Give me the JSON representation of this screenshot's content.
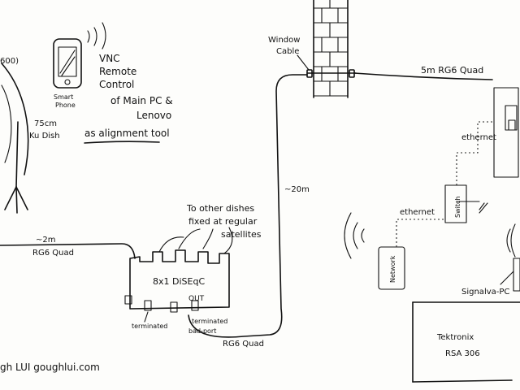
{
  "colors": {
    "ink": "#111111",
    "paper": "#fdfdfb"
  },
  "labels": {
    "dish_model": "600)",
    "dish_size_line1": "75cm",
    "dish_size_line2": "Ku Dish",
    "phone_caption_line1": "Smart",
    "phone_caption_line2": "Phone",
    "vnc_line1": "VNC",
    "vnc_line2": "Remote",
    "vnc_line3": "Control",
    "vnc_line4": "of Main PC &",
    "vnc_line5": "Lenovo",
    "alignment_tool": "as alignment tool",
    "window_cable_line1": "Window",
    "window_cable_line2": "Cable",
    "cable_5m": "5m RG6 Quad",
    "cable_20m": "~20m",
    "cable_2m_line1": "~2m",
    "cable_2m_line2": "RG6 Quad",
    "other_dishes_line1": "To other dishes",
    "other_dishes_line2": "fixed at regular",
    "other_dishes_line3": "satellites",
    "diseqc": "8x1 DiSEqC",
    "diseqc_out": "OUT",
    "terminated": "terminated",
    "terminated_bad_line1": "terminated",
    "terminated_bad_line2": "bad-port",
    "rg6_quad_bottom": "RG6 Quad",
    "ethernet_top": "ethernet",
    "ethernet_mid": "ethernet",
    "switch_label": "Switch",
    "network_label": "Network",
    "signalva_pc": "Signalva-PC",
    "tektronix": "Tektronix",
    "rsa306": "RSA 306",
    "signature": "gh LUI  goughlui.com"
  }
}
